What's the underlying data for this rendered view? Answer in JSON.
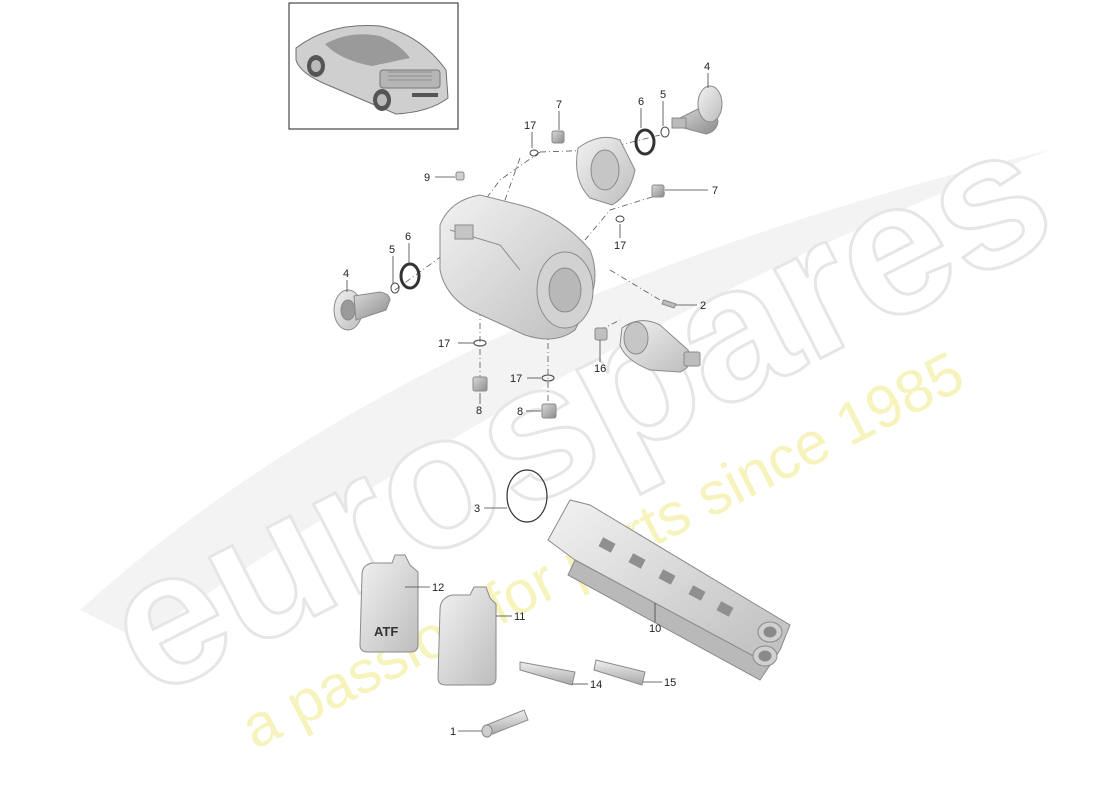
{
  "diagram": {
    "watermark": {
      "brand": "eurospares",
      "tagline": "a passion for parts since 1985"
    },
    "thumbnail": {
      "subject": "car-rear-view"
    },
    "callouts": [
      {
        "id": "c4a",
        "text": "4"
      },
      {
        "id": "c7a",
        "text": "7"
      },
      {
        "id": "c6a",
        "text": "6"
      },
      {
        "id": "c5a",
        "text": "5"
      },
      {
        "id": "c17a",
        "text": "17"
      },
      {
        "id": "c9",
        "text": "9"
      },
      {
        "id": "c7b",
        "text": "7"
      },
      {
        "id": "c17b",
        "text": "17"
      },
      {
        "id": "c4b",
        "text": "4"
      },
      {
        "id": "c5b",
        "text": "5"
      },
      {
        "id": "c6b",
        "text": "6"
      },
      {
        "id": "c2",
        "text": "2"
      },
      {
        "id": "c17c",
        "text": "17"
      },
      {
        "id": "c16",
        "text": "16"
      },
      {
        "id": "c17d",
        "text": "17"
      },
      {
        "id": "c8a",
        "text": "8"
      },
      {
        "id": "c8b",
        "text": "8"
      },
      {
        "id": "c3",
        "text": "3"
      },
      {
        "id": "c12",
        "text": "12"
      },
      {
        "id": "c11",
        "text": "11"
      },
      {
        "id": "c10",
        "text": "10"
      },
      {
        "id": "c14",
        "text": "14"
      },
      {
        "id": "c15",
        "text": "15"
      },
      {
        "id": "c1",
        "text": "1"
      }
    ],
    "atf_label": "ATF"
  }
}
